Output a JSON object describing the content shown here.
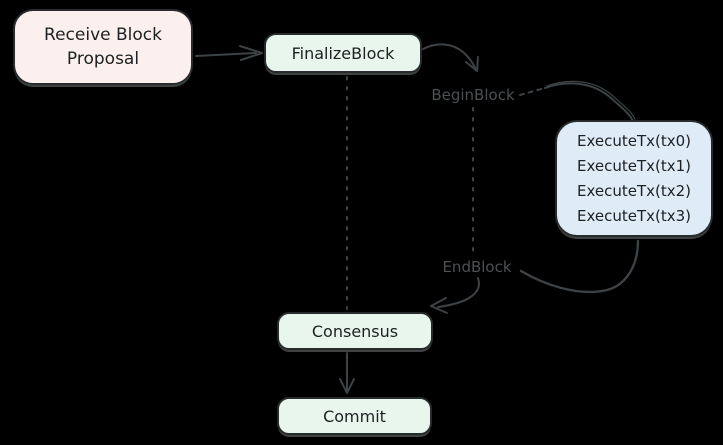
{
  "diagram": {
    "nodes": {
      "receive_block_proposal": {
        "label": "Receive Block Proposal",
        "fill": "#fbf0ee"
      },
      "finalize_block": {
        "label": "FinalizeBlock",
        "fill": "#e9f6ee"
      },
      "execute_tx": {
        "lines": [
          "ExecuteTx(tx0)",
          "ExecuteTx(tx1)",
          "ExecuteTx(tx2)",
          "ExecuteTx(tx3)"
        ],
        "fill": "#dfecf8"
      },
      "consensus": {
        "label": "Consensus",
        "fill": "#e9f6ee"
      },
      "commit": {
        "label": "Commit",
        "fill": "#e9f6ee"
      }
    },
    "edge_labels": {
      "begin_block": "BeginBlock",
      "end_block": "EndBlock"
    },
    "colors": {
      "background": "#000000",
      "arrow_stroke": "#3c4245",
      "edge_label_text": "#4c5053",
      "node_border": "#272b2d",
      "node_text": "#1d2022"
    }
  }
}
